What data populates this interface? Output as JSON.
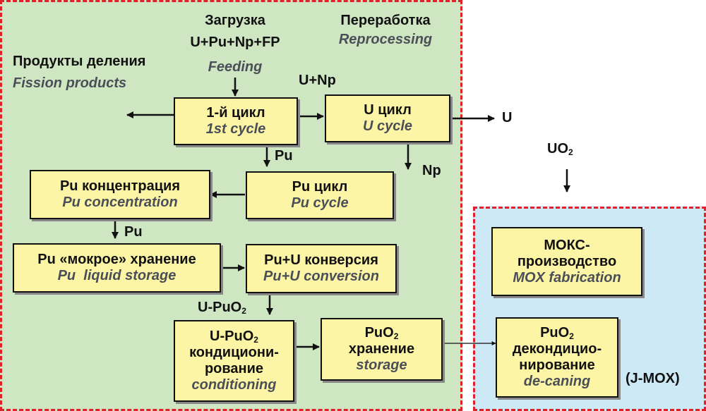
{
  "zones": {
    "reprocessing": {
      "ru": "Переработка",
      "en": "Reprocessing"
    },
    "mox_tag": "(J-MOX)"
  },
  "feed": {
    "ru": "Загрузка",
    "formula": "U+Pu+Np+FP",
    "en": "Feeding"
  },
  "fission": {
    "ru": "Продукты деления",
    "en": "Fission products"
  },
  "boxes": {
    "cycle1": {
      "ru": "1-й цикл",
      "en": "1st cycle"
    },
    "ucycle": {
      "ru": "U цикл",
      "en": "U cycle"
    },
    "pucycle": {
      "ru": "Pu цикл",
      "en": "Pu cycle"
    },
    "puconc": {
      "ru": "Pu концентрация",
      "en": "Pu concentration"
    },
    "pustore": {
      "ru": "Pu «мокрое» хранение",
      "en": "Pu  liquid storage"
    },
    "puconv": {
      "ru": "Pu+U конверсия",
      "en": "Pu+U conversion"
    },
    "cond": {
      "ru1": "U-PuO",
      "ru1_sub": "2",
      "ru2": "кондициони-",
      "ru3": "рование",
      "en": "conditioning"
    },
    "storage": {
      "ru1": "PuO",
      "ru1_sub": "2",
      "ru2": "хранение",
      "en": "storage"
    },
    "moxfab": {
      "ru1": "МОКС-",
      "ru2": "производство",
      "en": "MOX fabrication"
    },
    "decan": {
      "ru1": "PuO",
      "ru1_sub": "2",
      "ru2": "декондицио-",
      "ru3": "нирование",
      "en": "de-caning"
    }
  },
  "labels": {
    "unp": "U+Np",
    "u_out": "U",
    "np_out": "Np",
    "pu1": "Pu",
    "pu2": "Pu",
    "upuo2": "U-PuO",
    "upuo2_sub": "2",
    "uo2": "UO",
    "uo2_sub": "2"
  }
}
